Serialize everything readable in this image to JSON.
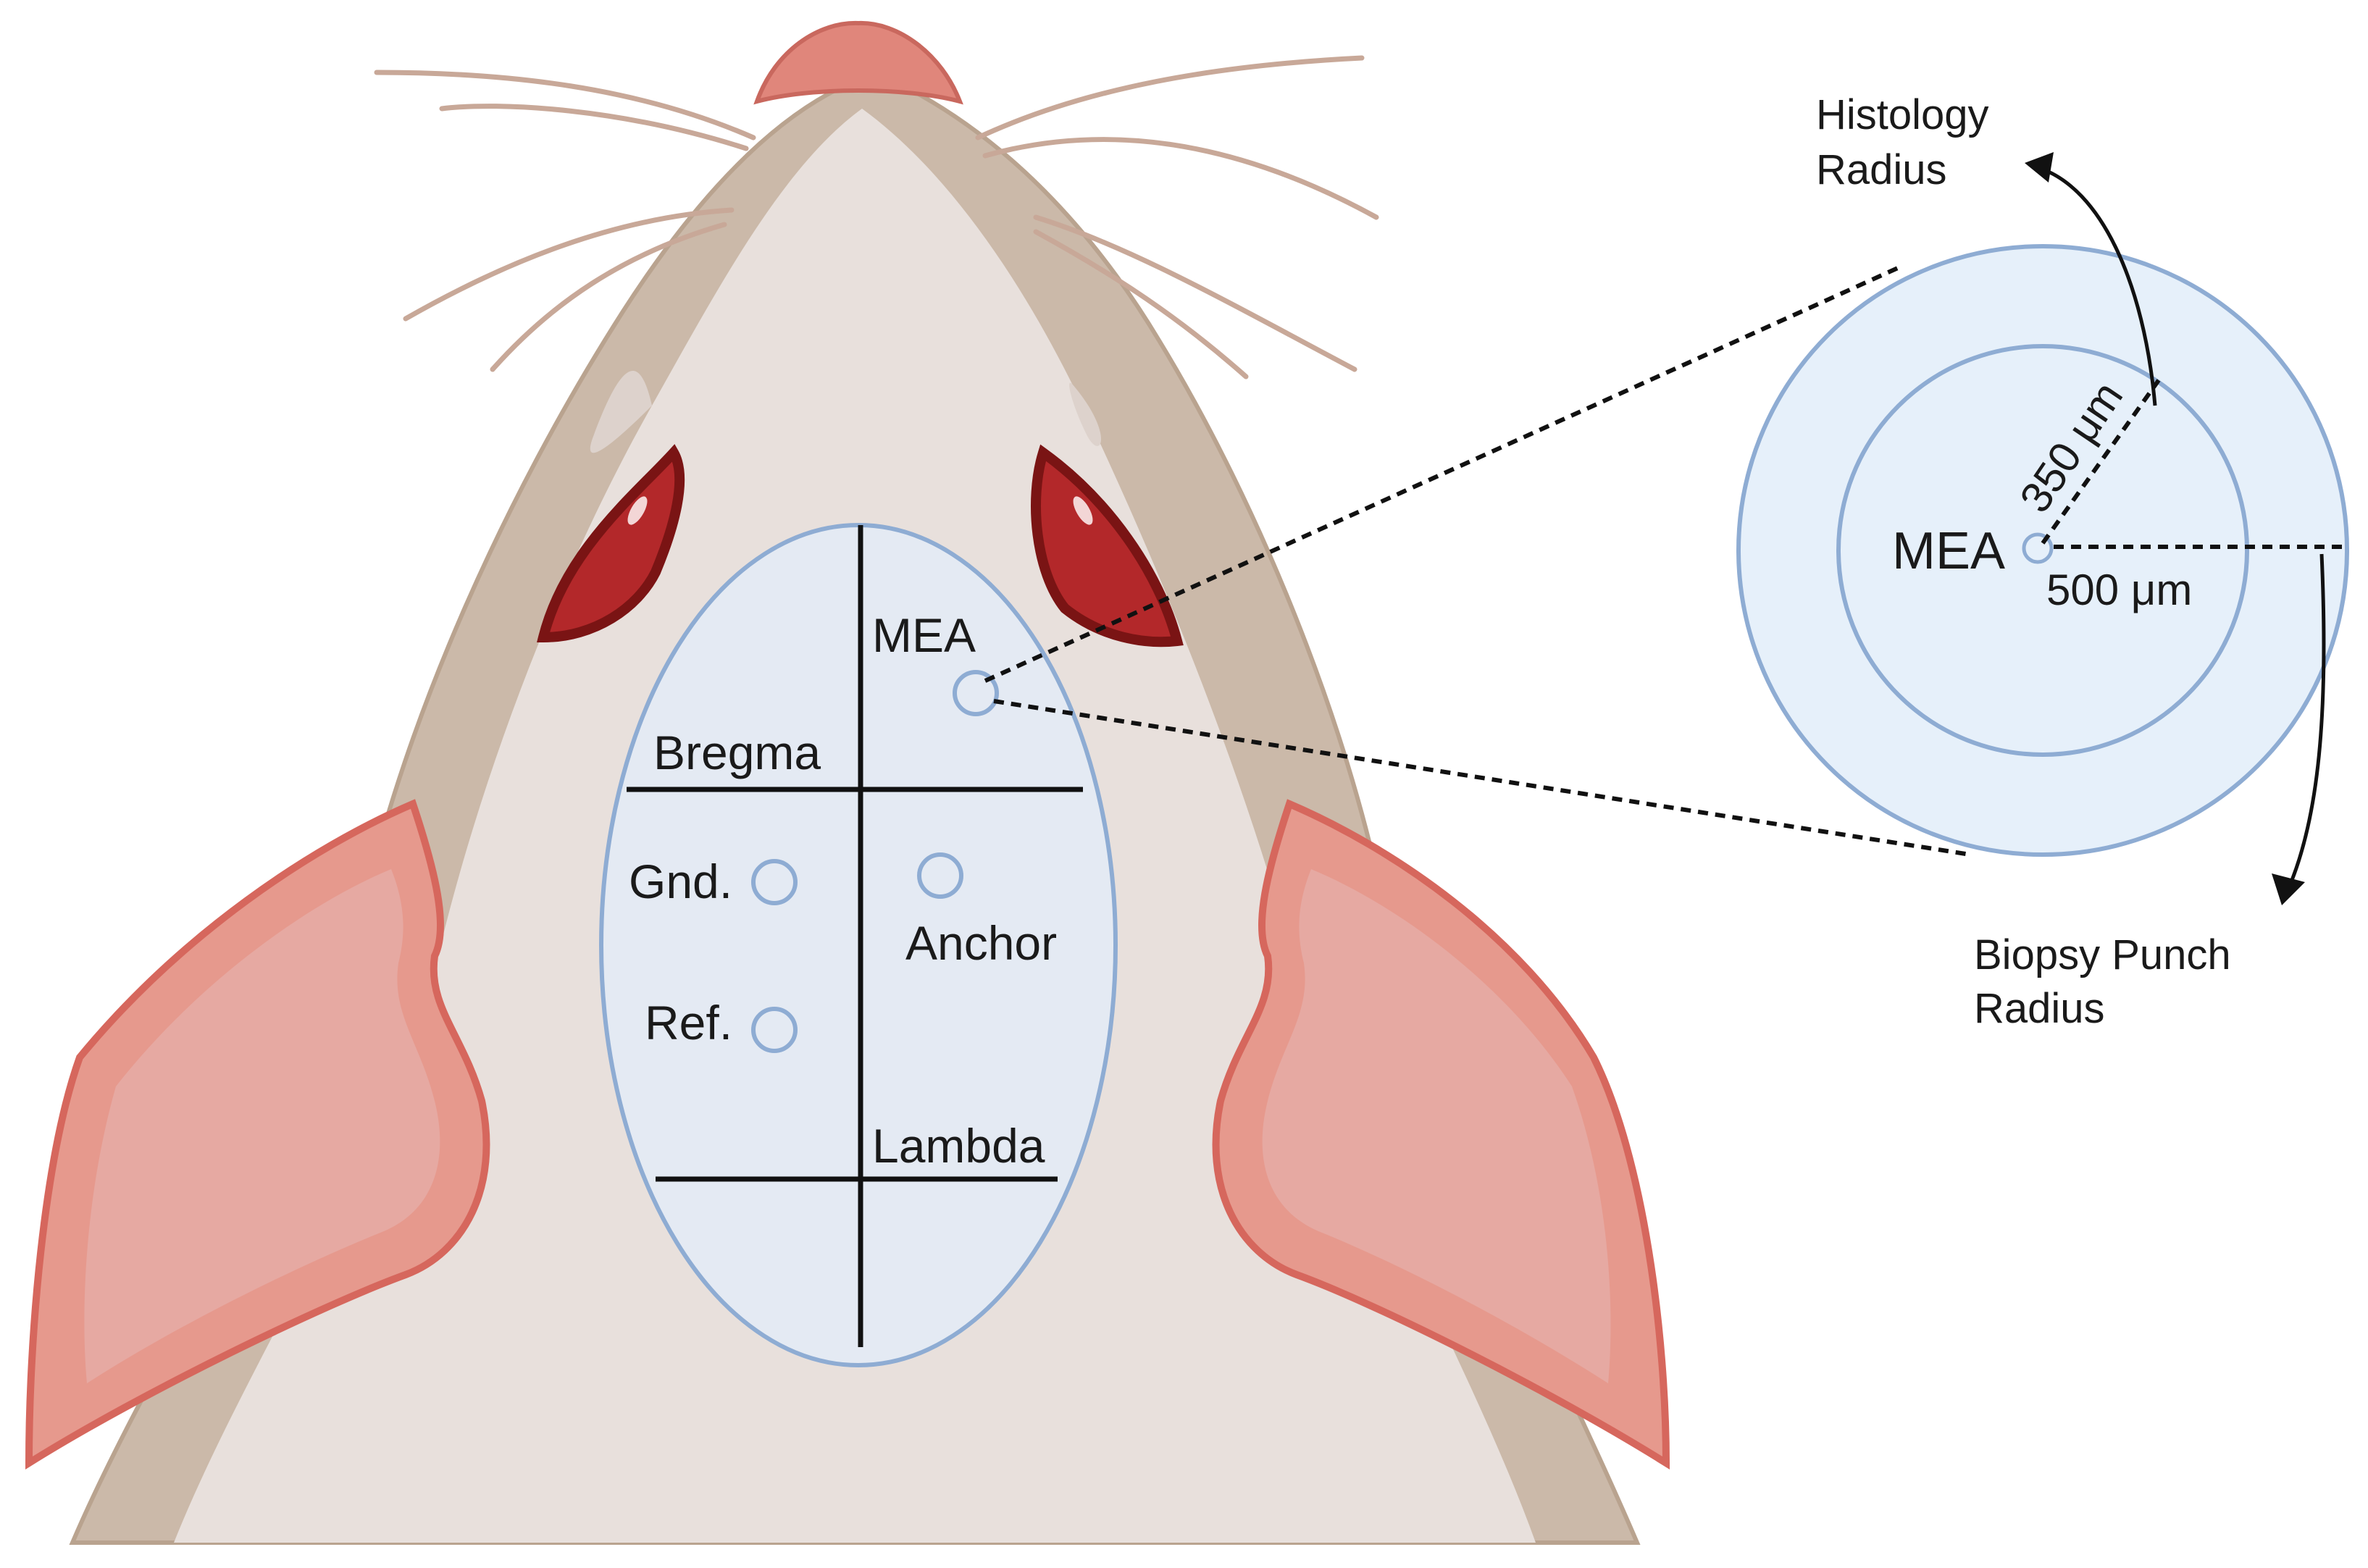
{
  "skull_labels": {
    "mea": "MEA",
    "bregma": "Bregma",
    "ground": "Gnd.",
    "anchor": "Anchor",
    "reference": "Ref.",
    "lambda": "Lambda"
  },
  "inset": {
    "center_label": "MEA",
    "inner_radius_label": "350 μm",
    "outer_radius_label": "500 μm",
    "histology_label_line1": "Histology",
    "histology_label_line2": "Radius",
    "biopsy_label_line1": "Biopsy Punch",
    "biopsy_label_line2": "Radius"
  },
  "colors": {
    "fur_outer": "#cbb9a9",
    "fur_inner": "#e8e0dc",
    "ear": "#e69a8f",
    "eye": "#b3282a",
    "skull_window": "#e4eaf3",
    "circle_stroke": "#8eacd3",
    "inset_fill": "#e6f0fa"
  }
}
